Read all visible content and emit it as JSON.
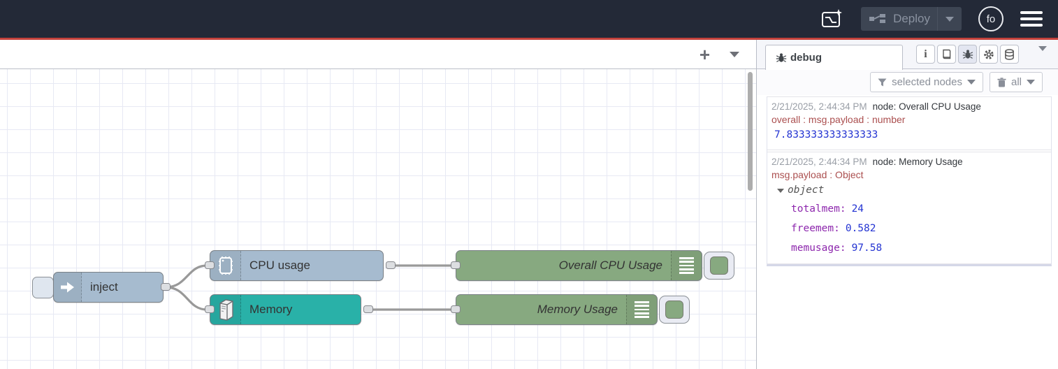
{
  "header": {
    "deploy_label": "Deploy",
    "avatar_label": "fo"
  },
  "canvas": {
    "add_flow_label": "+",
    "nodes": {
      "inject": {
        "label": "inject",
        "color": "#a6bbcf"
      },
      "cpu": {
        "label": "CPU usage",
        "color": "#a6bbcf"
      },
      "memory": {
        "label": "Memory",
        "color": "#29b1a8"
      },
      "overall_cpu": {
        "label": "Overall CPU Usage",
        "color": "#87a980"
      },
      "memory_usage": {
        "label": "Memory Usage",
        "color": "#87a980"
      }
    }
  },
  "sidebar": {
    "tab_label": "debug",
    "filter_label": "selected nodes",
    "clear_label": "all",
    "messages": [
      {
        "timestamp": "2/21/2025, 2:44:34 PM",
        "node": "node: Overall CPU Usage",
        "meta": "overall : msg.payload : number",
        "value": "7.833333333333333"
      },
      {
        "timestamp": "2/21/2025, 2:44:34 PM",
        "node": "node: Memory Usage",
        "meta": "msg.payload : Object",
        "object_label": "object",
        "properties": [
          {
            "key": "totalmem:",
            "value": "24"
          },
          {
            "key": "freemem:",
            "value": "0.582"
          },
          {
            "key": "memusage:",
            "value": "97.58"
          }
        ]
      }
    ]
  },
  "icons": {
    "header": [
      "flow-export-icon",
      "deploy-icon",
      "user-avatar",
      "menu-icon"
    ],
    "sidebar_buttons": [
      "info-icon",
      "book-icon",
      "bug-icon",
      "gear-icon",
      "database-icon"
    ],
    "filter_buttons": [
      "funnel-icon",
      "trash-icon"
    ]
  },
  "colors": {
    "header_bg": "#232937",
    "accent_red": "#c4423c",
    "node_blue": "#a6bbcf",
    "node_teal": "#29b1a8",
    "node_green": "#87a980",
    "wire": "#999999",
    "debug_meta": "#ab4f4f",
    "debug_number": "#2434d2",
    "debug_key": "#8d27ad"
  }
}
